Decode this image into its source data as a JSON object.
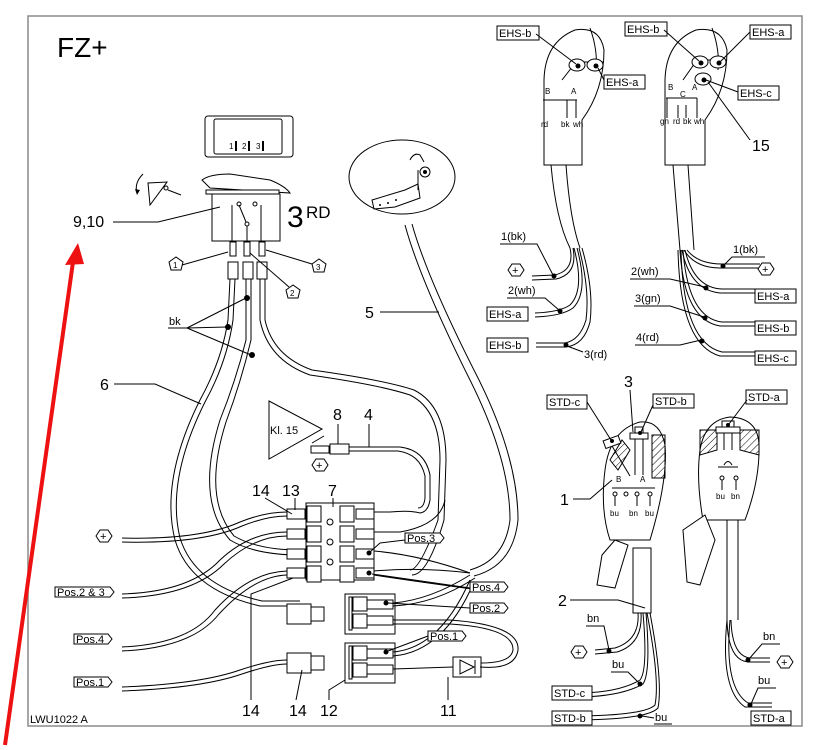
{
  "diagram": {
    "title": "FZ+",
    "drawing_id": "LWU1022 A",
    "switch": {
      "label_main": "3",
      "label_sup": "RD",
      "faceplate_positions": [
        "1",
        "2",
        "3"
      ],
      "terminal_tags": [
        "1",
        "2",
        "3"
      ],
      "callout": "9,10"
    },
    "wire_color_bk": "bk",
    "callouts": {
      "c1": "1",
      "c2": "2",
      "c3": "3",
      "c4": "4",
      "c5": "5",
      "c6": "6",
      "c7": "7",
      "c8": "8",
      "c11": "11",
      "c12": "12",
      "c13": "13",
      "c14a": "14",
      "c14b": "14",
      "c14c": "14",
      "c15": "15"
    },
    "kl15": "Kl. 15",
    "plus": "+",
    "pos_tags": {
      "pos3": "Pos.3",
      "pos4_right": "Pos.4",
      "pos2": "Pos.2",
      "pos1_right": "Pos.1",
      "pos23": "Pos.2 & 3",
      "pos4_left": "Pos.4",
      "pos1_left": "Pos.1"
    },
    "ehs_left": {
      "labels": [
        "EHS-b",
        "EHS-a"
      ],
      "switch_letters": [
        "B",
        "A"
      ],
      "pin_colors": [
        "rd",
        "bk",
        "wh"
      ],
      "wires": [
        "1(bk)",
        "2(wh)",
        "3(rd)"
      ],
      "ends": [
        "EHS-a",
        "EHS-b"
      ]
    },
    "ehs_right": {
      "labels": [
        "EHS-b",
        "EHS-a",
        "EHS-c"
      ],
      "switch_letters": [
        "B",
        "C",
        "A"
      ],
      "pin_colors": [
        "gn",
        "rd",
        "bk",
        "wh"
      ],
      "wires": [
        "1(bk)",
        "2(wh)",
        "3(gn)",
        "4(rd)"
      ],
      "ends": [
        "EHS-a",
        "EHS-b",
        "EHS-c"
      ]
    },
    "std_left": {
      "labels": [
        "STD-c",
        "STD-b"
      ],
      "switch_letters": [
        "B",
        "A"
      ],
      "pin_colors": [
        "bu",
        "bn",
        "bu"
      ],
      "wires": [
        "bn",
        "bu",
        "bu"
      ],
      "ends": [
        "STD-c",
        "STD-b"
      ]
    },
    "std_right": {
      "labels": [
        "STD-a"
      ],
      "pin_colors": [
        "bu",
        "bn"
      ],
      "wires": [
        "bn",
        "bu"
      ],
      "ends": [
        "STD-a"
      ]
    },
    "colors": {
      "annotation_arrow": "#ee1111",
      "frame": "#8a8a8a"
    }
  }
}
